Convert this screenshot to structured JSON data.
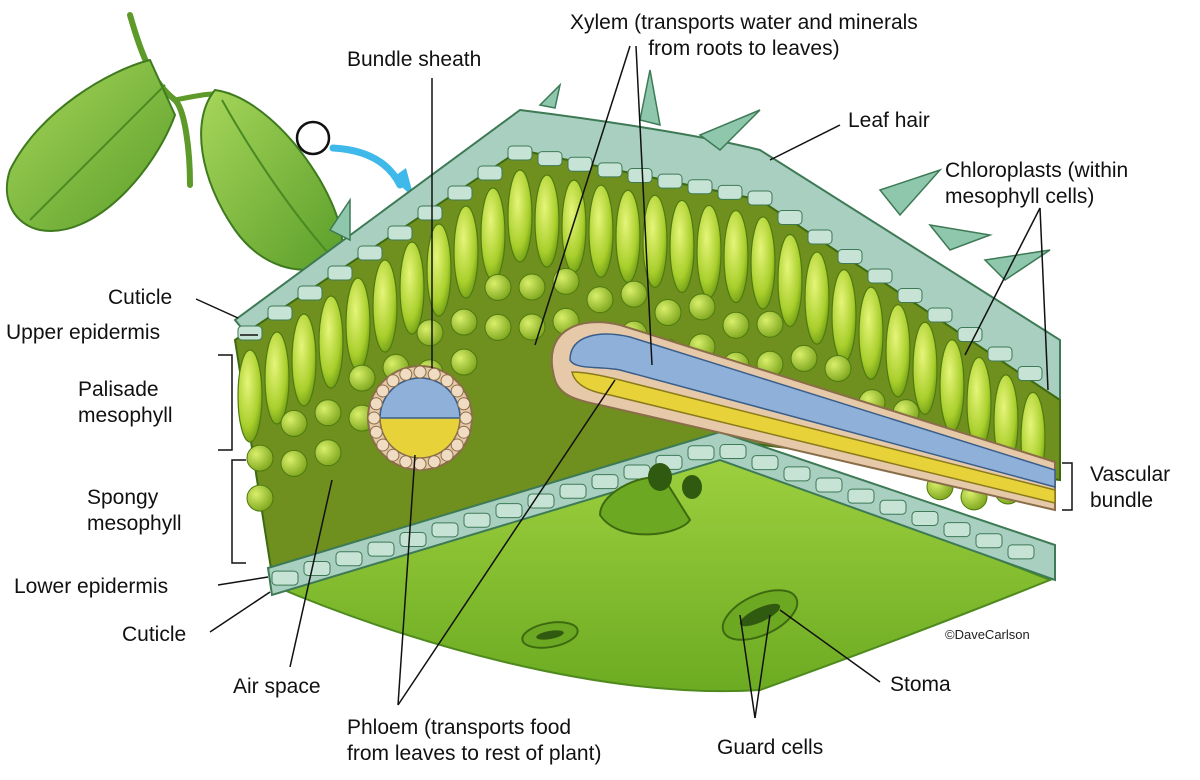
{
  "labels": {
    "bundle_sheath": "Bundle sheath",
    "xylem": [
      "Xylem (transports water and minerals",
      "from roots to leaves)"
    ],
    "leaf_hair": "Leaf hair",
    "chloroplasts": [
      "Chloroplasts (within",
      "mesophyll cells)"
    ],
    "cuticle_top": "Cuticle",
    "upper_epidermis": "Upper epidermis",
    "palisade": [
      "Palisade",
      "mesophyll"
    ],
    "spongy": [
      "Spongy",
      "mesophyll"
    ],
    "lower_epidermis": "Lower epidermis",
    "cuticle_bottom": "Cuticle",
    "air_space": "Air space",
    "phloem": [
      "Phloem (transports food",
      "from leaves to rest of plant)"
    ],
    "guard_cells": "Guard cells",
    "stoma": "Stoma",
    "vascular_bundle": [
      "Vascular",
      "bundle"
    ]
  },
  "credit": "©DaveCarlson",
  "colors": {
    "palisade_cell": "#b7d832",
    "mesophyll_bg": "#6f8f1e",
    "epidermis": "#a9cfc0",
    "underside": "#8cc63f",
    "xylem": "#8fb0d8",
    "phloem": "#e8d23a",
    "sheath": "#e6c9a8",
    "arrow": "#3fb9ea"
  }
}
